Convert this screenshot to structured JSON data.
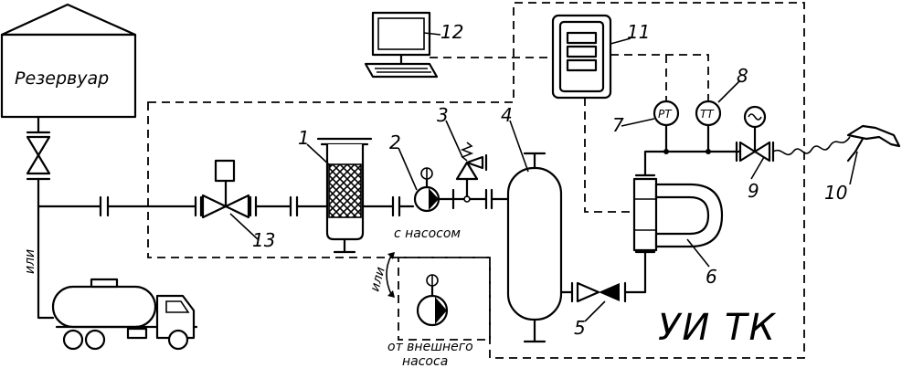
{
  "labels": {
    "reservoir": "Резервуар",
    "ili_left": "или",
    "ili_mid": "или",
    "with_pump": "с насосом",
    "ext_pump_1": "от внешнего",
    "ext_pump_2": "насоса",
    "system": "УИ ТК",
    "pt": "PT",
    "tt": "TT"
  },
  "callouts": [
    "1",
    "2",
    "3",
    "4",
    "5",
    "6",
    "7",
    "8",
    "9",
    "10",
    "11",
    "12",
    "13"
  ]
}
